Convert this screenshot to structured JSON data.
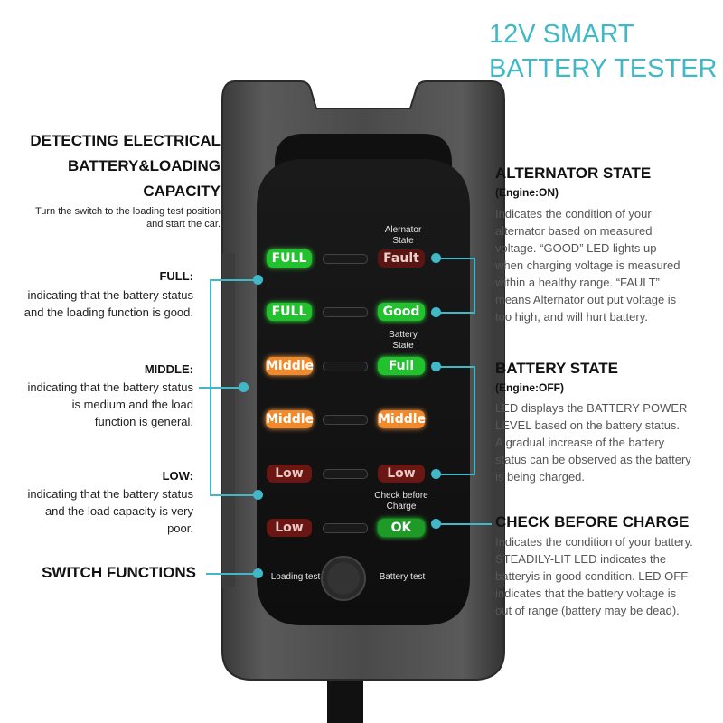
{
  "title": {
    "line1": "12V SMART",
    "line2": "BATTERY TESTER"
  },
  "left": {
    "heading": {
      "line1": "DETECTING ELECTRICAL",
      "line2": "BATTERY&LOADING",
      "line3": "CAPACITY"
    },
    "note": {
      "line1": "Turn the switch to the loading test position",
      "line2": "and start the car."
    },
    "full": {
      "label": "FULL:",
      "line1": "indicating that the battery status",
      "line2": "and the loading function is good."
    },
    "middle": {
      "label": "MIDDLE:",
      "line1": "indicating that the battery status",
      "line2": "is medium and the load",
      "line3": "function is general."
    },
    "low": {
      "label": "LOW:",
      "line1": "indicating that the battery status",
      "line2": "and the load capacity is very",
      "line3": "poor."
    },
    "switch": "SWITCH FUNCTIONS"
  },
  "right": {
    "alternator": {
      "heading": "ALTERNATOR STATE",
      "sub": "(Engine:ON)",
      "lines": [
        "Indicates the condition of your",
        "alternator based on measured",
        "voltage. “GOOD” LED lights up",
        "when charging voltage is measured",
        "within a healthy range. “FAULT”",
        "means Alternator out put voltage is",
        "too high, and will hurt battery."
      ]
    },
    "battery": {
      "heading": "BATTERY STATE",
      "sub": "(Engine:OFF)",
      "lines": [
        "LED displays the BATTERY POWER",
        "LEVEL based on the battery status.",
        "A gradual increase of the battery",
        "status can be observed as the battery",
        "is being charged."
      ]
    },
    "check": {
      "heading": "CHECK BEFORE CHARGE",
      "lines": [
        "Indicates the condition of your battery.",
        "STEADILY-LIT LED indicates the",
        "batteryis in good condition. LED OFF",
        "indicates that the battery voltage is",
        "out of range (battery may be dead)."
      ]
    }
  },
  "device": {
    "alt_state": {
      "line1": "Alernator",
      "line2": "State"
    },
    "battery_state": {
      "line1": "Battery",
      "line2": "State"
    },
    "check_before": {
      "line1": "Check before",
      "line2": "Charge"
    },
    "loading_test": "Loading test",
    "battery_test": "Battery  test",
    "leds_left": [
      "FULL",
      "FULL",
      "Middle",
      "Middle",
      "Low",
      "Low"
    ],
    "leds_right": [
      "Fault",
      "Good",
      "Full",
      "Middle",
      "Low",
      "OK"
    ]
  },
  "colors": {
    "accent": "#40b8c8",
    "title": "#3fb8c8",
    "green": "#22c22e",
    "orange": "#f08a2d",
    "red": "#6a1613",
    "body": "#2e2e2e"
  }
}
